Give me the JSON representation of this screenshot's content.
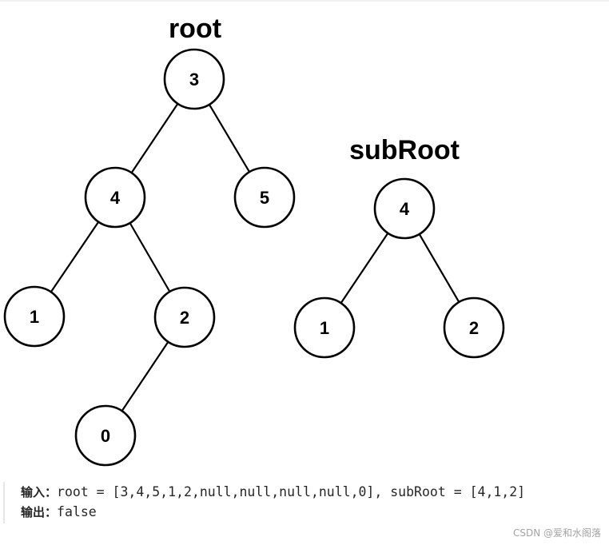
{
  "trees": [
    {
      "id": "root",
      "title": "root",
      "nodes": [
        {
          "id": "r3",
          "value": "3"
        },
        {
          "id": "r4",
          "value": "4"
        },
        {
          "id": "r5",
          "value": "5"
        },
        {
          "id": "r1",
          "value": "1"
        },
        {
          "id": "r2",
          "value": "2"
        },
        {
          "id": "r0",
          "value": "0"
        }
      ],
      "edges": [
        [
          "r3",
          "r4"
        ],
        [
          "r3",
          "r5"
        ],
        [
          "r4",
          "r1"
        ],
        [
          "r4",
          "r2"
        ],
        [
          "r2",
          "r0"
        ]
      ]
    },
    {
      "id": "subRoot",
      "title": "subRoot",
      "nodes": [
        {
          "id": "s4",
          "value": "4"
        },
        {
          "id": "s1",
          "value": "1"
        },
        {
          "id": "s2",
          "value": "2"
        }
      ],
      "edges": [
        [
          "s4",
          "s1"
        ],
        [
          "s4",
          "s2"
        ]
      ]
    }
  ],
  "example": {
    "input_label": "输入：",
    "input_value": "root = [3,4,5,1,2,null,null,null,null,0], subRoot = [4,1,2]",
    "output_label": "输出：",
    "output_value": "false"
  },
  "watermark": "CSDN @爱和水阁落"
}
